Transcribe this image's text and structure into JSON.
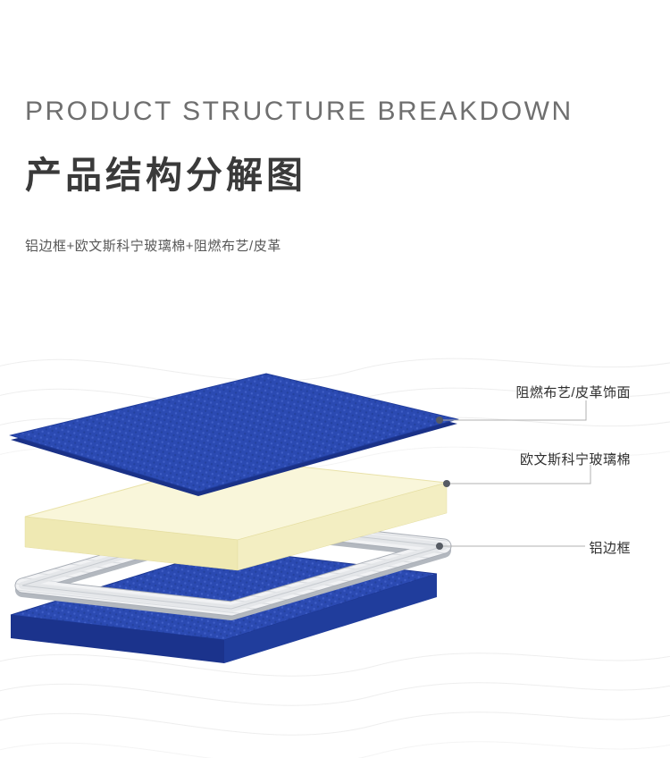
{
  "header": {
    "title_en": "PRODUCT STRUCTURE BREAKDOWN",
    "title_zh": "产品结构分解图",
    "subtitle": "铝边框+欧文斯科宁玻璃棉+阻燃布艺/皮革"
  },
  "diagram": {
    "layers": [
      {
        "id": "fabric-top-sheet",
        "color": "#2b4ab2"
      },
      {
        "id": "glass-wool-board",
        "color": "#f9f6da"
      },
      {
        "id": "aluminum-frame",
        "color": "#f1f2f4"
      },
      {
        "id": "base-panel",
        "color": "#2b4ab2"
      }
    ],
    "callouts": [
      {
        "label": "阻燃布艺/皮革饰面"
      },
      {
        "label": "欧文斯科宁玻璃棉"
      },
      {
        "label": "铝边框"
      }
    ],
    "line_color": "#b0b0b0",
    "dot_color": "#565b63",
    "wave_color": "#ececec"
  }
}
